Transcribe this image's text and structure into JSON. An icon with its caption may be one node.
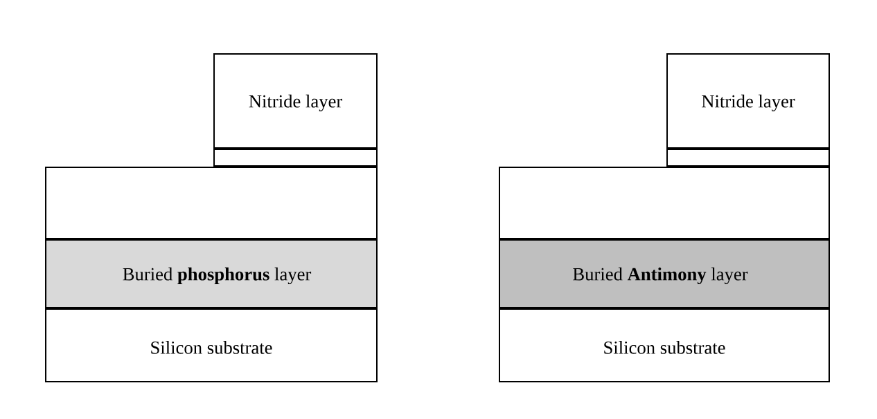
{
  "diagram": {
    "nodes": [
      {
        "text": [
          "Nitride layer"
        ]
      },
      {
        "text": [],
        "shape": "box"
      },
      {
        "text": [],
        "shape": "box"
      },
      {
        "text": [
          "Buried **phosphorus** layer"
        ]
      },
      {
        "text": [
          "Silicon substrate"
        ]
      },
      {
        "text": [
          "Nitride layer"
        ]
      },
      {
        "text": [],
        "shape": "box"
      },
      {
        "text": [],
        "shape": "box"
      },
      {
        "text": [
          "Buried **Antimony** layer"
        ]
      },
      {
        "text": [
          "Silicon substrate"
        ]
      }
    ]
  }
}
